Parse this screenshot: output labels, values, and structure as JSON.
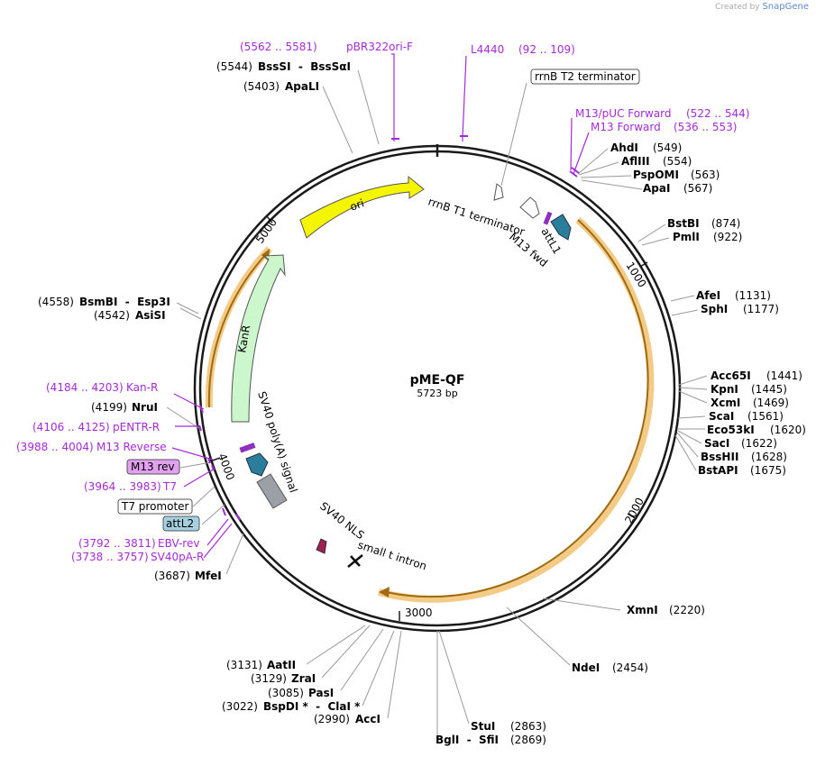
{
  "credit": {
    "prefix": "Created by",
    "brand": "SnapGene"
  },
  "plasmid": {
    "name": "pME-QF",
    "length_label": "5723 bp"
  },
  "ticks": [
    "1000",
    "2000",
    "3000",
    "4000",
    "5000"
  ],
  "sites": [
    {
      "loc": "(549)",
      "name": "AhdI"
    },
    {
      "loc": "(554)",
      "name": "AflIII"
    },
    {
      "loc": "(563)",
      "name": "PspOMI"
    },
    {
      "loc": "(567)",
      "name": "ApaI"
    },
    {
      "loc": "(874)",
      "name": "BstBI"
    },
    {
      "loc": "(922)",
      "name": "PmlI"
    },
    {
      "loc": "(1131)",
      "name": "AfeI"
    },
    {
      "loc": "(1177)",
      "name": "SphI"
    },
    {
      "loc": "(1441)",
      "name": "Acc65I"
    },
    {
      "loc": "(1445)",
      "name": "KpnI"
    },
    {
      "loc": "(1469)",
      "name": "XcmI"
    },
    {
      "loc": "(1561)",
      "name": "ScaI"
    },
    {
      "loc": "(1620)",
      "name": "Eco53kI"
    },
    {
      "loc": "(1622)",
      "name": "SacI"
    },
    {
      "loc": "(1628)",
      "name": "BssHII"
    },
    {
      "loc": "(1675)",
      "name": "BstAPI"
    },
    {
      "loc": "(2220)",
      "name": "XmnI"
    },
    {
      "loc": "(2454)",
      "name": "NdeI"
    },
    {
      "loc": "(2863)",
      "name": "StuI"
    },
    {
      "loc": "(2869)",
      "name": "BglI  -  SfiI"
    },
    {
      "loc": "(2990)",
      "name": "AccI"
    },
    {
      "loc": "(3022)",
      "name": "BspDI *  -  ClaI *"
    },
    {
      "loc": "(3085)",
      "name": "PasI"
    },
    {
      "loc": "(3129)",
      "name": "ZraI"
    },
    {
      "loc": "(3131)",
      "name": "AatII"
    },
    {
      "loc": "(3687)",
      "name": "MfeI"
    },
    {
      "loc": "(4199)",
      "name": "NruI"
    },
    {
      "loc": "(4542)",
      "name": "AsiSI"
    },
    {
      "loc": "(4558)",
      "name": "BsmBI  -  Esp3I"
    },
    {
      "loc": "(5403)",
      "name": "ApaLI"
    },
    {
      "loc": "(5544)",
      "name": "BssSI  -  BssSαI"
    }
  ],
  "primers": [
    {
      "range": "(5562 .. 5581)",
      "name": "pBR322ori-F"
    },
    {
      "name": "L4440",
      "range": "(92 .. 109)"
    },
    {
      "name": "M13/pUC Forward",
      "range": "(522 .. 544)"
    },
    {
      "name": "M13 Forward",
      "range": "(536 .. 553)"
    },
    {
      "range": "(4184 .. 4203)",
      "name": "Kan-R"
    },
    {
      "range": "(4106 .. 4125)",
      "name": "pENTR-R"
    },
    {
      "range": "(3988 .. 4004)",
      "name": "M13 Reverse"
    },
    {
      "range": "(3964 .. 3983)",
      "name": "T7"
    },
    {
      "range": "(3792 .. 3811)",
      "name": "EBV-rev"
    },
    {
      "range": "(3738 .. 3757)",
      "name": "SV40pA-R"
    }
  ],
  "features": {
    "rrnB_T2": "rrnB T2 terminator",
    "rrnB_T1": "rrnB T1 terminator",
    "attL1": "attL1",
    "m13_fwd": "M13 fwd",
    "ori": "ori",
    "kanr": "KanR",
    "sv40_polya": "SV40 poly(A) signal",
    "sv40_nls": "SV40 NLS",
    "small_t": "small t intron",
    "m13_rev": "M13 rev",
    "t7_promoter": "T7 promoter",
    "attL2": "attL2"
  },
  "colors": {
    "ring": "#1a1a1a",
    "primer": "#a32bd6",
    "ori": "#f5f500",
    "kanr": "#ccf7cc",
    "cds_highlight": "#f2c57a",
    "cds_line": "#a06a10",
    "attL": "#2a7d9b",
    "polya": "#9aa0a6",
    "nls": "#a02050",
    "m13rev_box": "#e1a1f0",
    "attL2_box": "#a5d0e0"
  }
}
